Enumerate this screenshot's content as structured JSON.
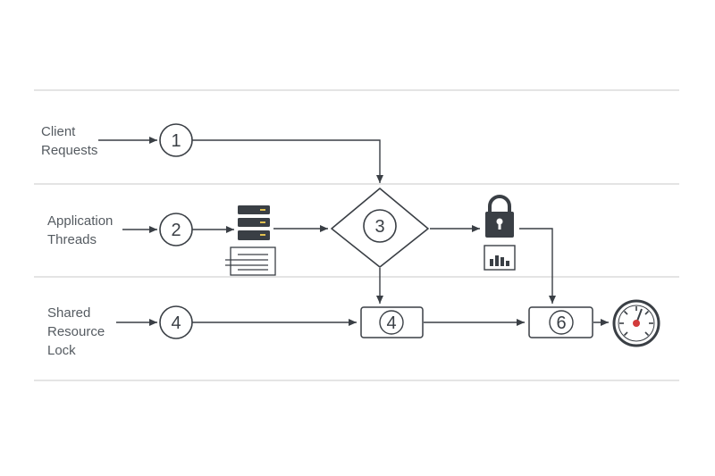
{
  "lanes": [
    {
      "label_lines": [
        "Client",
        "Requests"
      ]
    },
    {
      "label_lines": [
        "Application",
        "Threads"
      ]
    },
    {
      "label_lines": [
        "Shared",
        "Resource",
        "Lock"
      ]
    }
  ],
  "nodes": {
    "client_circle": "1",
    "threads_circle": "2",
    "decision": "3",
    "lock_circle": "4",
    "lock_box": "4",
    "final_box": "6"
  },
  "icons": {
    "server": "server-stack-icon",
    "document": "document-lines-icon",
    "lock": "padlock-icon",
    "chart": "bar-chart-icon",
    "gauge": "speedometer-gauge-icon"
  },
  "colors": {
    "stroke": "#3a3f45",
    "divider": "#c8c8c8",
    "icon_fill": "#3a3f45",
    "gauge_accent": "#d23b3b",
    "server_led": "#e0c050"
  }
}
